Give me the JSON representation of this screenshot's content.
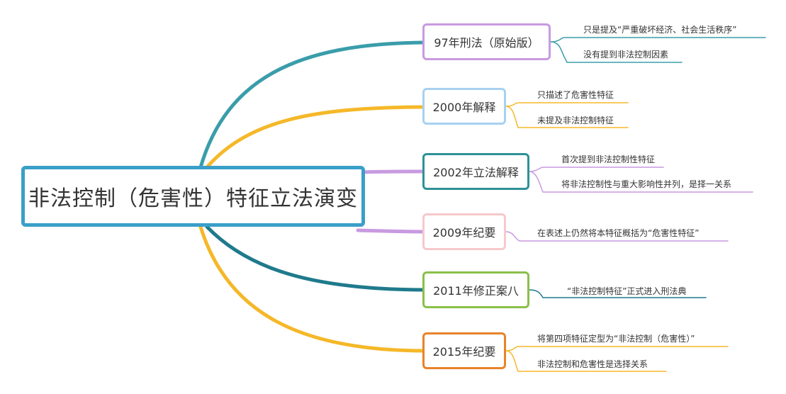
{
  "root": {
    "label": "非法控制（危害性）特征立法演变",
    "color": "#3a9fc9"
  },
  "branches": [
    {
      "label": "97年刑法（原始版）",
      "color": "#c89ae0",
      "curve_color": "#3a9daa",
      "leaf_color": "#3a9daa",
      "leaves": [
        "只是提及“严重破坏经济、社会生活秩序”",
        "没有提到非法控制因素"
      ]
    },
    {
      "label": "2000年解释",
      "color": "#a7d1f2",
      "curve_color": "#f5b829",
      "leaf_color": "#f5b829",
      "leaves": [
        "只描述了危害性特征",
        "未提及非法控制特征"
      ]
    },
    {
      "label": "2002年立法解释",
      "color": "#2e9197",
      "curve_color": "#c89ae0",
      "leaf_color": "#c89ae0",
      "leaves": [
        "首次提到非法控制性特征",
        "将非法控制性与重大影响性并列，是择一关系"
      ]
    },
    {
      "label": "2009年纪要",
      "color": "#f7c9cc",
      "curve_color": "#c89ae0",
      "leaf_color": "#c89ae0",
      "leaves": [
        "在表述上仍然将本特征概括为“危害性特征”"
      ]
    },
    {
      "label": "2011年修正案八",
      "color": "#8ac04a",
      "curve_color": "#1f7a8c",
      "leaf_color": "#1f7a8c",
      "leaves": [
        "“非法控制特征”正式进入刑法典"
      ]
    },
    {
      "label": "2015年纪要",
      "color": "#e8832a",
      "curve_color": "#f5b829",
      "leaf_color": "#f5b829",
      "leaves": [
        "将第四项特征定型为“非法控制（危害性）”",
        "非法控制和危害性是选择关系"
      ]
    }
  ]
}
